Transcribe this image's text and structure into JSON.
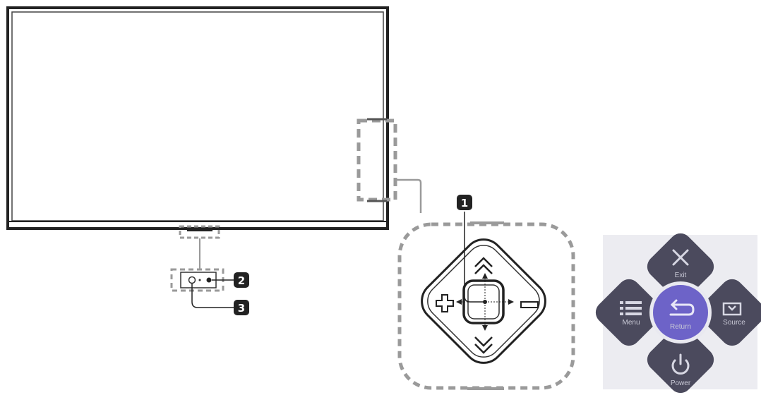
{
  "callouts": [
    {
      "number": "1",
      "target": "control-stick"
    },
    {
      "number": "2",
      "target": "remote-sensor"
    },
    {
      "number": "3",
      "target": "power-indicator"
    }
  ],
  "control_pad": {
    "top": {
      "label": "Exit",
      "icon": "close-icon"
    },
    "left": {
      "label": "Menu",
      "icon": "menu-icon"
    },
    "center": {
      "label": "Return",
      "icon": "return-icon"
    },
    "right": {
      "label": "Source",
      "icon": "source-icon"
    },
    "bottom": {
      "label": "Power",
      "icon": "power-icon"
    }
  },
  "colors": {
    "outline": "#222222",
    "dashed_frame": "#9a9a9a",
    "pad_dark": "#4b4a5d",
    "pad_center": "#6d63c8",
    "pad_icon": "#d7d7e3"
  }
}
